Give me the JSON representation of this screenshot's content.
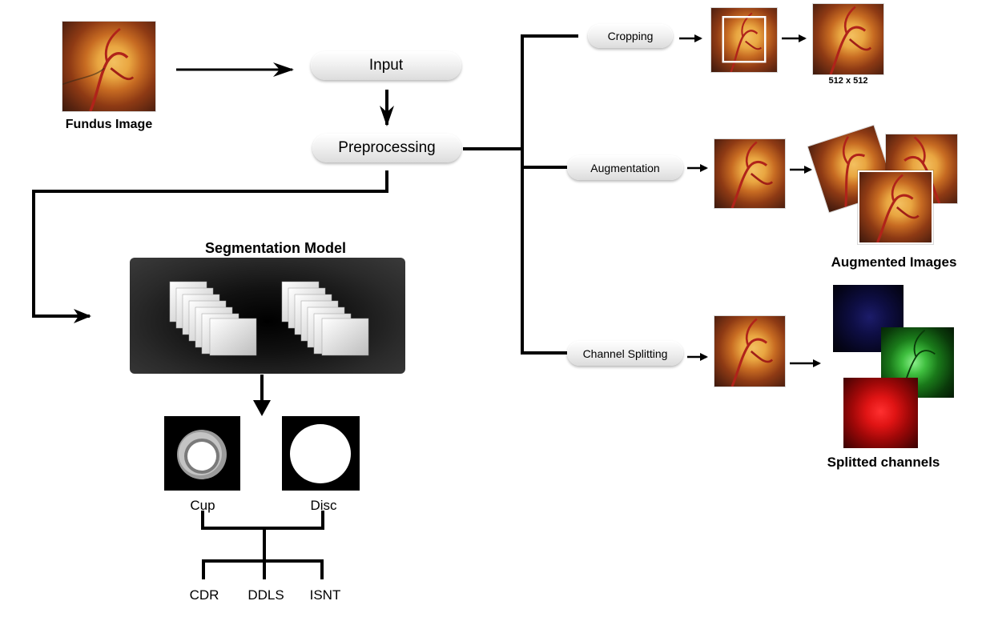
{
  "labels": {
    "fundus_image": "Fundus Image",
    "input": "Input",
    "preprocessing": "Preprocessing",
    "cropping": "Cropping",
    "augmentation": "Augmentation",
    "channel_splitting": "Channel Splitting",
    "size": "512 x 512",
    "augmented_images": "Augmented Images",
    "splitted_channels": "Splitted channels",
    "segmentation_model": "Segmentation Model",
    "cup": "Cup",
    "disc": "Disc",
    "cdr": "CDR",
    "ddls": "DDLS",
    "isnt": "ISNT"
  },
  "colors": {
    "channel_blue": "#0a0a3a",
    "channel_green": "#0f5a0f",
    "channel_red": "#7a0a0a"
  }
}
